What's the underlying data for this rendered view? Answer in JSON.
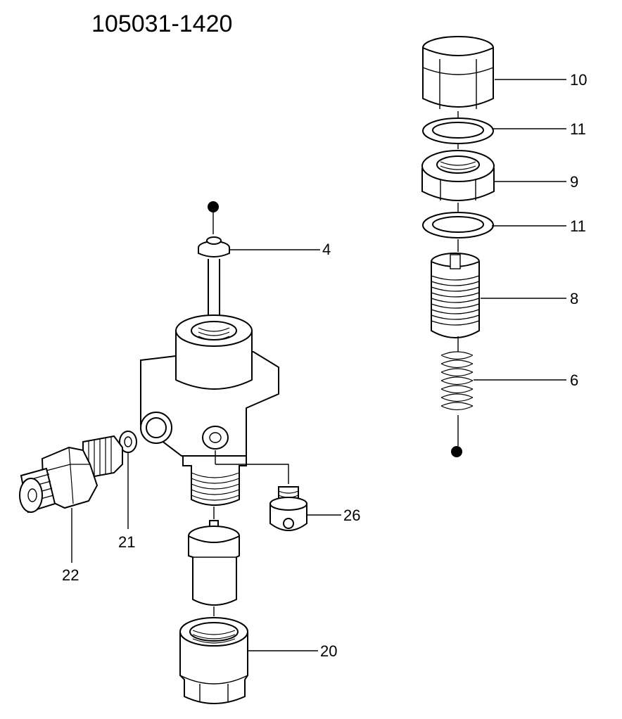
{
  "diagram": {
    "title": "105031-1420",
    "labels": {
      "p10": "10",
      "p11a": "11",
      "p9": "9",
      "p11b": "11",
      "p8": "8",
      "p6": "6",
      "p4": "4",
      "p26": "26",
      "p21": "21",
      "p22": "22",
      "p20": "20"
    },
    "markers": [
      "filled-dot",
      "filled-dot"
    ]
  }
}
